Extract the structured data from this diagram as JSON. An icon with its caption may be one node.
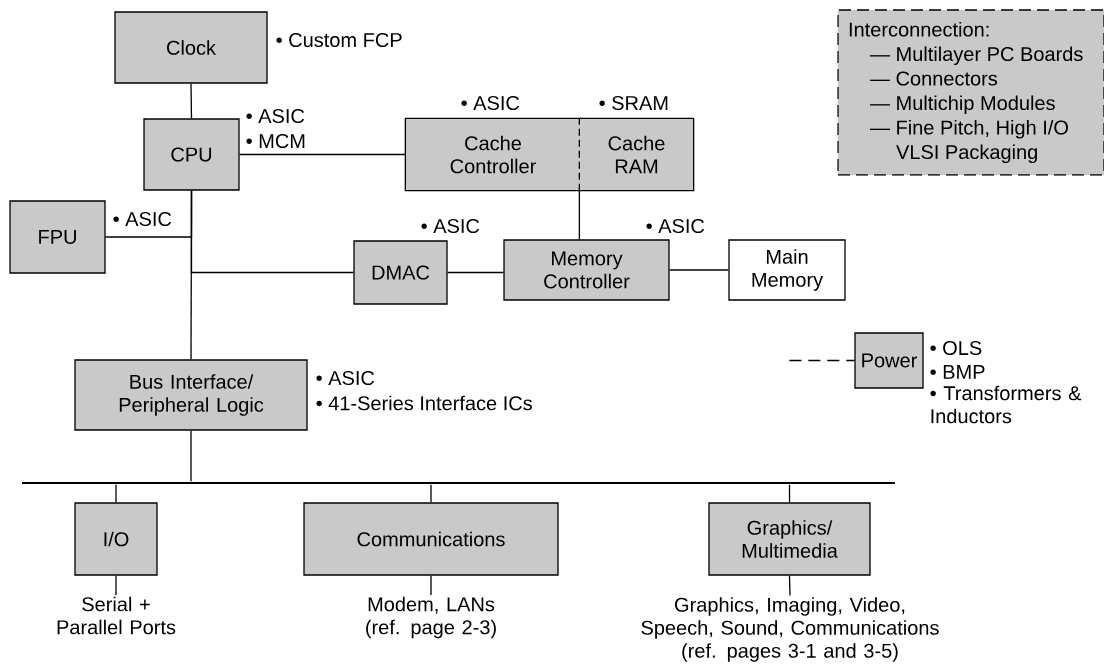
{
  "diagram": {
    "nodes": [
      {
        "text": [
          "Clock"
        ],
        "beside": [
          "• Custom FCP"
        ]
      },
      {
        "text": [
          "CPU"
        ],
        "beside": [
          "• ASIC",
          "• MCM"
        ]
      },
      {
        "text": [
          "Cache Controller"
        ],
        "beside": [
          "• ASIC"
        ]
      },
      {
        "text": [
          "Cache RAM"
        ],
        "beside": [
          "• SRAM"
        ]
      },
      {
        "text": [
          "FPU"
        ],
        "beside": [
          "• ASIC"
        ]
      },
      {
        "text": [
          "DMAC"
        ],
        "beside": [
          "• ASIC"
        ]
      },
      {
        "text": [
          "Memory Controller"
        ],
        "beside": [
          "• ASIC"
        ]
      },
      {
        "text": [
          "Main Memory"
        ]
      },
      {
        "text": [
          "Bus Interface/ Peripheral Logic"
        ],
        "beside": [
          "• ASIC",
          "• 41-Series Interface ICs"
        ]
      },
      {
        "text": [
          "Power"
        ],
        "beside": [
          "• OLS",
          "• BMP",
          "• Transformers & Inductors"
        ]
      },
      {
        "text": [
          "Interconnection:",
          "— Multilayer PC Boards",
          "— Connectors",
          "— Multichip Modules",
          "— Fine Pitch, High I/O VLSI Packaging"
        ]
      },
      {
        "text": [
          "I/O"
        ]
      },
      {
        "text": [
          "Communications"
        ]
      },
      {
        "text": [
          "Graphics/ Multimedia"
        ]
      },
      {
        "text": [],
        "shape": "bar"
      },
      {
        "text": [
          "Serial + Parallel Ports"
        ]
      },
      {
        "text": [
          "Modem, LANs (ref. page 2-3)"
        ]
      },
      {
        "text": [
          "Graphics, Imaging, Video, Speech, Sound, Communications (ref. pages 3-1 and 3-5)"
        ]
      }
    ],
    "edges": [
      {
        "from": 0,
        "to": 1,
        "arrow": "none"
      },
      {
        "from": 1,
        "to": 2,
        "arrow": "none"
      },
      {
        "from": 4,
        "to": 1,
        "arrow": "none"
      },
      {
        "from": 5,
        "to": 1,
        "arrow": "none"
      },
      {
        "from": 3,
        "to": 6,
        "arrow": "none"
      },
      {
        "from": 5,
        "to": 6,
        "arrow": "none"
      },
      {
        "from": 6,
        "to": 7,
        "arrow": "none"
      },
      {
        "from": 1,
        "to": 8,
        "arrow": "none"
      },
      {
        "from": 8,
        "to": 14,
        "arrow": "none"
      },
      {
        "from": 14,
        "to": 11,
        "arrow": "none"
      },
      {
        "from": 14,
        "to": 12,
        "arrow": "none"
      },
      {
        "from": 14,
        "to": 13,
        "arrow": "none"
      },
      {
        "from": 11,
        "to": 15,
        "arrow": "none"
      },
      {
        "from": 12,
        "to": 16,
        "arrow": "none"
      },
      {
        "from": 13,
        "to": 17,
        "arrow": "none"
      },
      {
        "from": null,
        "to": 9,
        "arrow": "none",
        "style": "dashed"
      }
    ]
  }
}
